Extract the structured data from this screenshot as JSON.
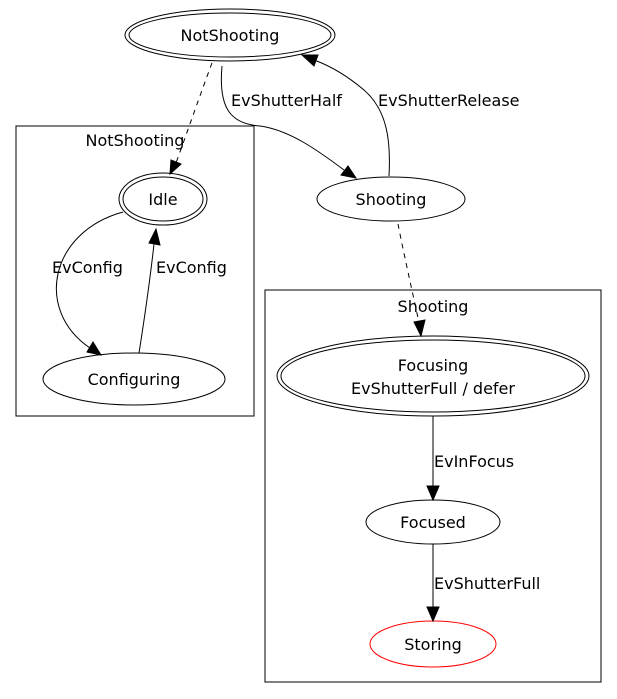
{
  "clusters": {
    "not_shooting": "NotShooting",
    "shooting": "Shooting"
  },
  "nodes": {
    "not_shooting": "NotShooting",
    "shooting": "Shooting",
    "idle": "Idle",
    "configuring": "Configuring",
    "focusing_line1": "Focusing",
    "focusing_line2": "EvShutterFull / defer",
    "focused": "Focused",
    "storing": "Storing"
  },
  "edges": {
    "shutter_half": "EvShutterHalf",
    "shutter_release": "EvShutterRelease",
    "config_to_configuring": "EvConfig",
    "config_to_idle": "EvConfig",
    "in_focus": "EvInFocus",
    "shutter_full": "EvShutterFull"
  },
  "colors": {
    "default_stroke": "#000000",
    "storing_stroke": "#ff0000",
    "background": "#ffffff"
  }
}
